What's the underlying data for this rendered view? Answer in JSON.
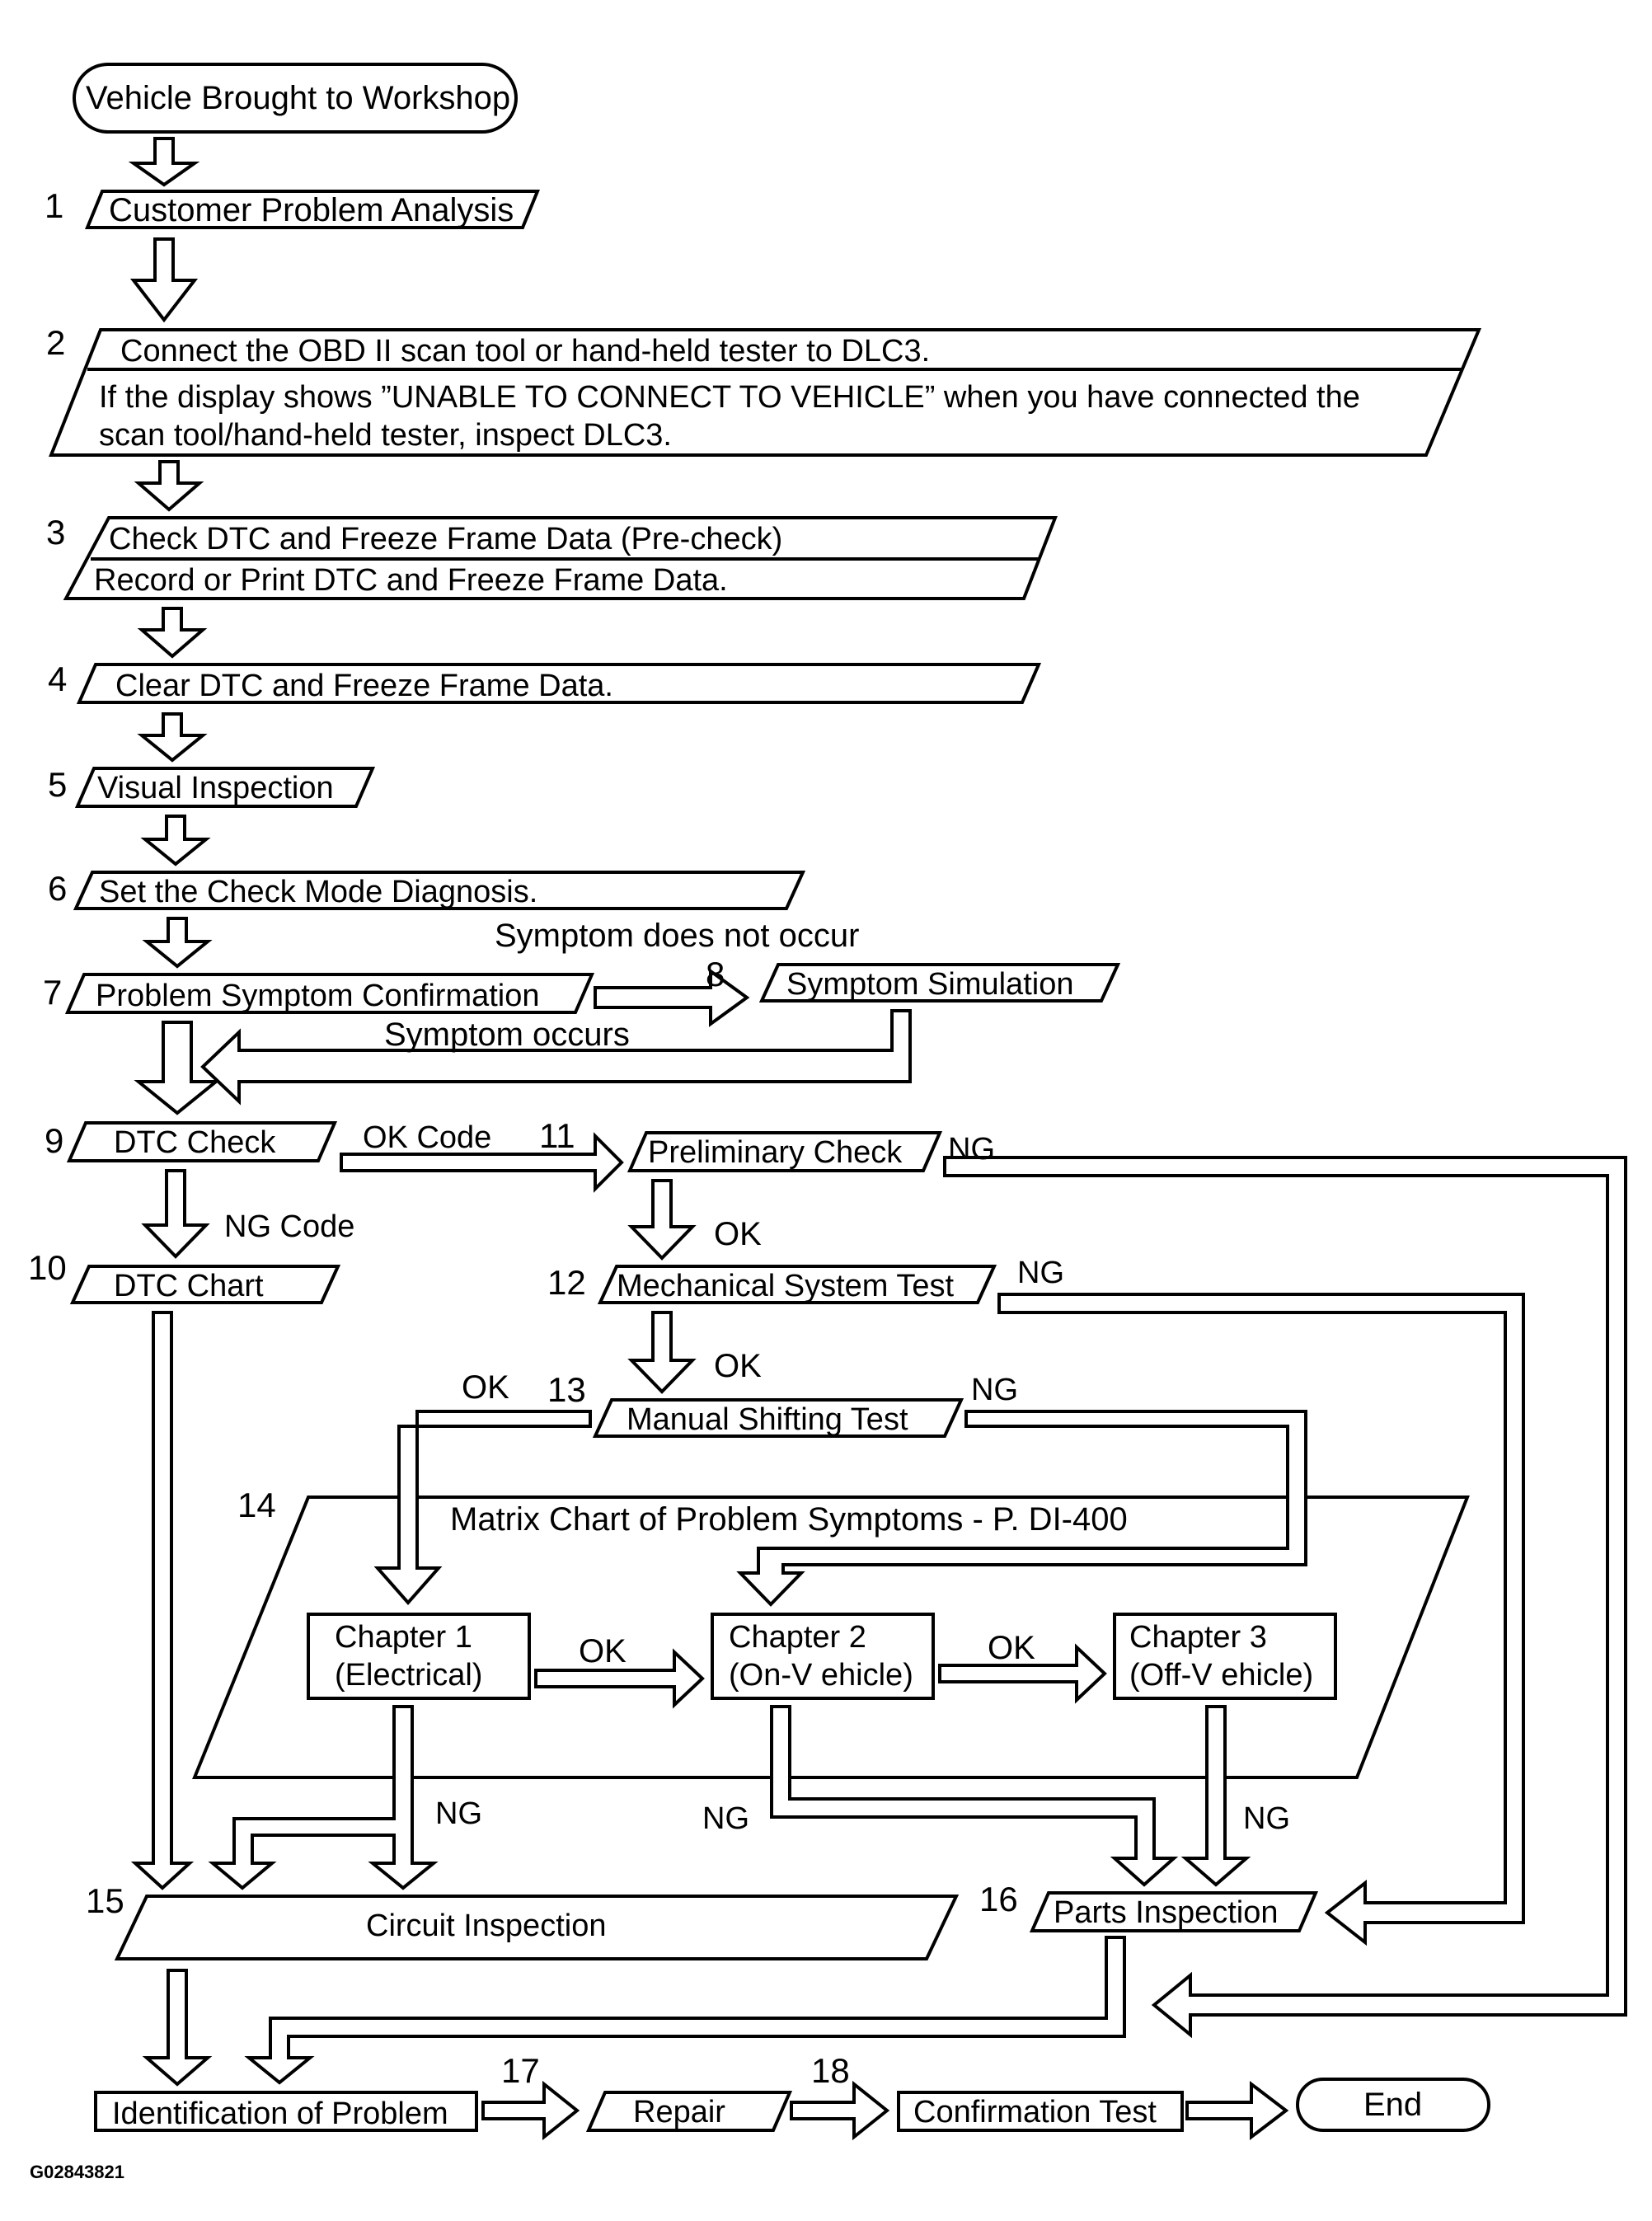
{
  "start": "Vehicle Brought to Workshop",
  "end": "End",
  "steps": [
    {
      "num": "1",
      "label": "Customer Problem Analysis"
    },
    {
      "num": "2",
      "line1": "Connect the OBD II scan tool or hand-held tester to DLC3.",
      "line2": "If the display shows ”UNABLE TO CONNECT TO VEHICLE” when you have connected the",
      "line3": "scan tool/hand-held tester, inspect DLC3."
    },
    {
      "num": "3",
      "line1": "Check DTC and Freeze Frame Data (Pre-check)",
      "line2": "Record or Print DTC and Freeze Frame Data."
    },
    {
      "num": "4",
      "label": "Clear DTC and Freeze Frame Data."
    },
    {
      "num": "5",
      "label": "Visual Inspection"
    },
    {
      "num": "6",
      "label": "Set the Check Mode Diagnosis."
    },
    {
      "num": "7",
      "label": "Problem Symptom Confirmation"
    },
    {
      "num": "8",
      "label": "Symptom Simulation"
    },
    {
      "num": "9",
      "label": "DTC Check"
    },
    {
      "num": "10",
      "label": "DTC Chart"
    },
    {
      "num": "11",
      "label": "Preliminary Check"
    },
    {
      "num": "12",
      "label": "Mechanical System Test"
    },
    {
      "num": "13",
      "label": "Manual Shifting Test"
    },
    {
      "num": "14",
      "label": "Matrix Chart of Problem Symptoms - P. DI-400"
    },
    {
      "num": "15",
      "label": "Circuit Inspection"
    },
    {
      "num": "16",
      "label": "Parts Inspection"
    },
    {
      "num": "17",
      "label": "Repair"
    },
    {
      "num": "18",
      "label": "Confirmation Test"
    }
  ],
  "identification": "Identification of Problem",
  "chapters": [
    {
      "line1": "Chapter 1",
      "line2": "(Electrical)"
    },
    {
      "line1": "Chapter 2",
      "line2": "(On-V ehicle)"
    },
    {
      "line1": "Chapter 3",
      "line2": "(Off-V ehicle)"
    }
  ],
  "labels": {
    "symptom_does_not_occur": "Symptom does not occur",
    "symptom_occurs": "Symptom occurs",
    "ok_code": "OK Code",
    "ng_code": "NG Code",
    "ok": "OK",
    "ng": "NG"
  },
  "figure_code": "G02843821"
}
